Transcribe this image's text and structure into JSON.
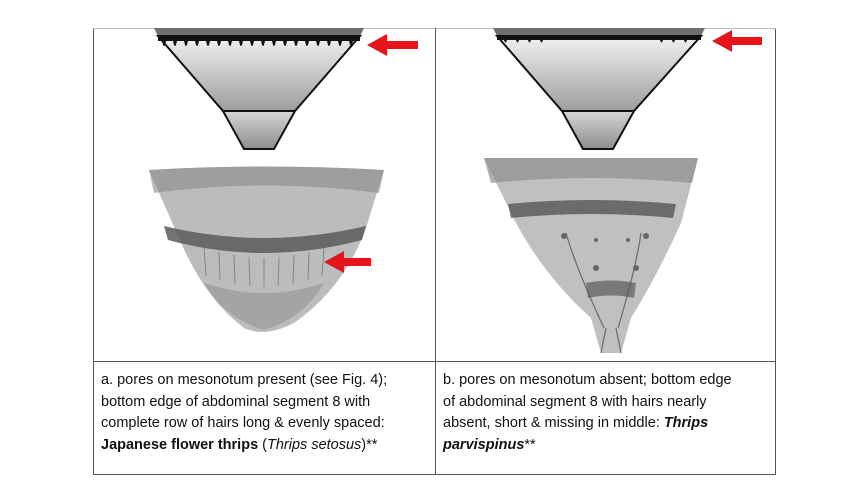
{
  "panels": [
    {
      "id": "a",
      "caption": {
        "line1": "a. pores on mesonotum present (see Fig. 4);",
        "line2": "bottom edge of abdominal segment 8 with",
        "line3": "complete row of hairs long & evenly spaced:",
        "common_name": "Japanese flower thrips",
        "paren_open": " (",
        "species": "Thrips setosus",
        "paren_close": ")**"
      }
    },
    {
      "id": "b",
      "caption": {
        "line1": "b. pores on mesonotum absent; bottom edge",
        "line2": "of abdominal segment 8 with hairs nearly",
        "line3_prefix": "absent, short & missing in middle: ",
        "genus": "Thrips",
        "epithet": "parvispinus",
        "suffix": "**"
      }
    }
  ],
  "colors": {
    "arrow": "#e8141c",
    "border": "#555555",
    "outline": "#111111"
  }
}
